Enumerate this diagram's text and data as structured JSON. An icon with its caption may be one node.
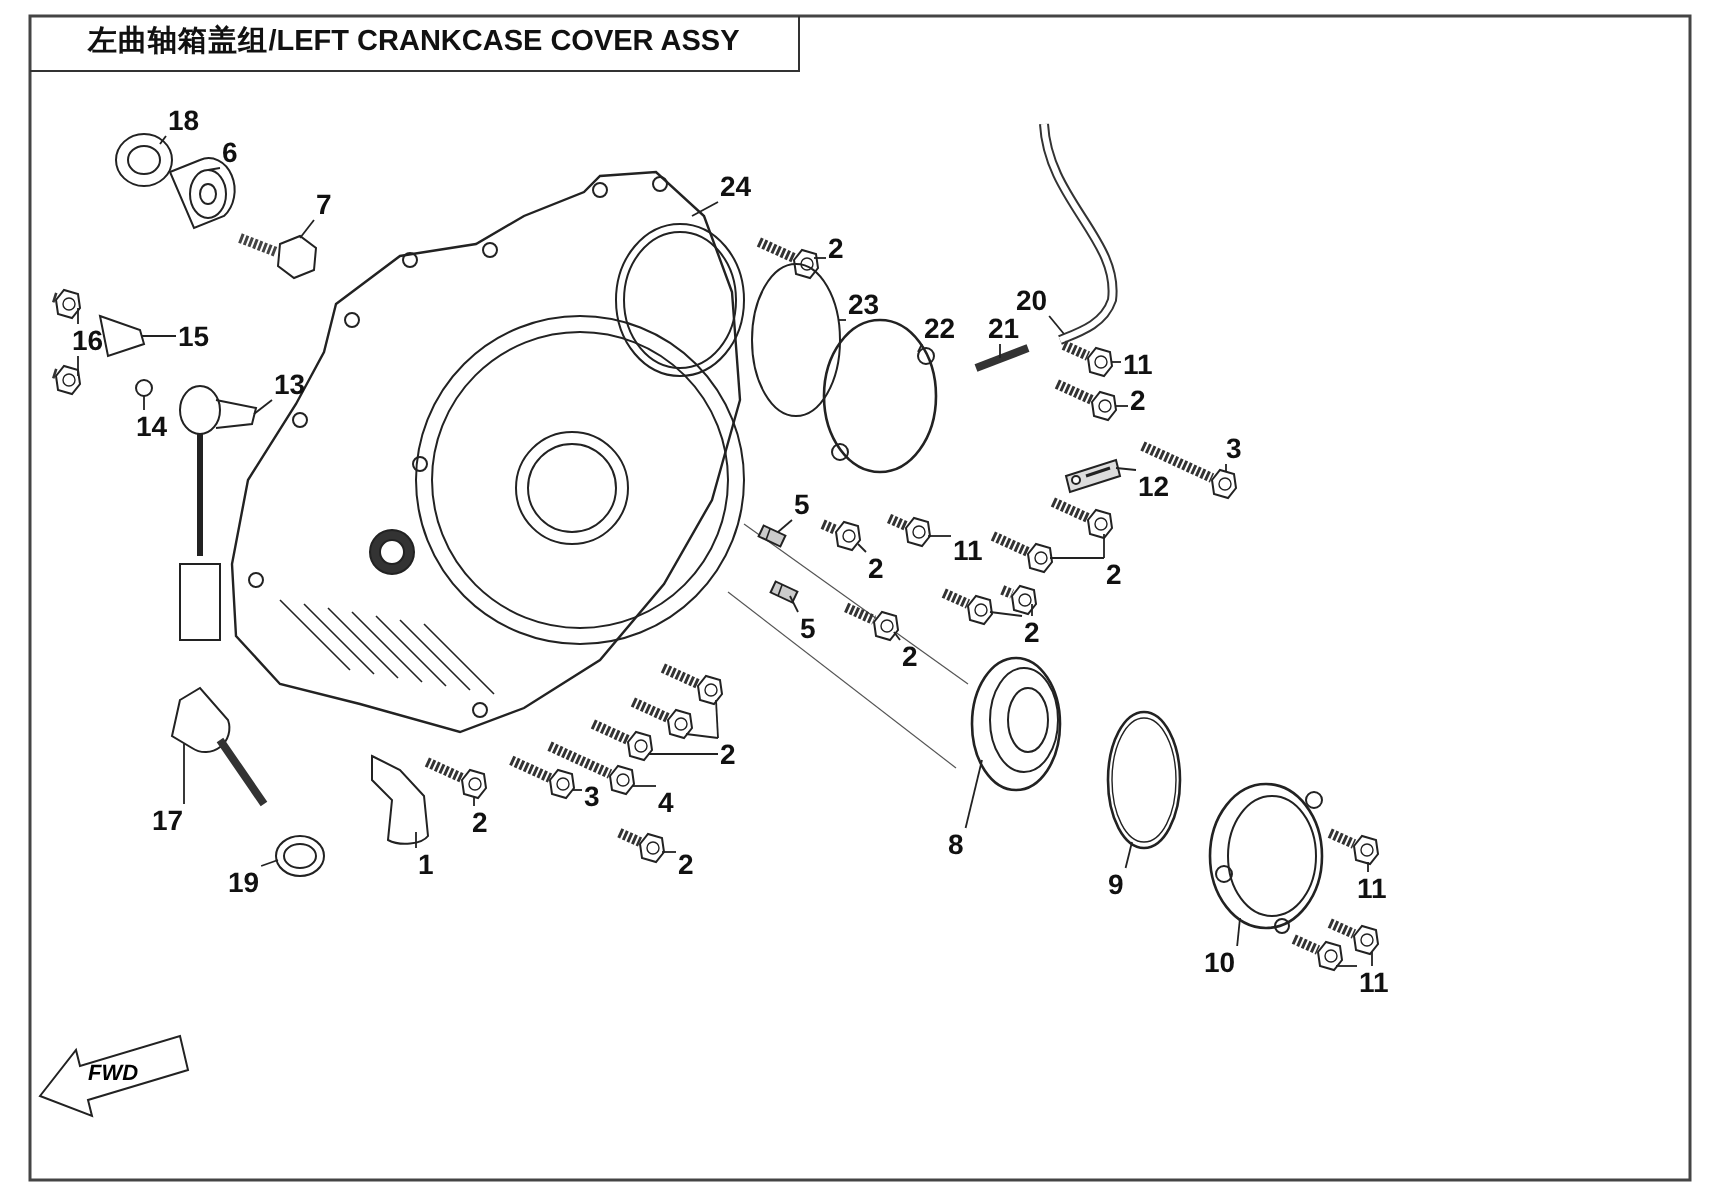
{
  "diagram": {
    "title": "左曲轴箱盖组/LEFT CRANKCASE COVER ASSY",
    "nodes": [
      {
        "text": [
          "18"
        ]
      },
      {
        "text": [
          "6"
        ]
      },
      {
        "text": [
          "7"
        ]
      },
      {
        "text": [
          "24"
        ]
      },
      {
        "text": [
          "2"
        ]
      },
      {
        "text": [
          "23"
        ]
      },
      {
        "text": [
          "22"
        ]
      },
      {
        "text": [
          "21"
        ]
      },
      {
        "text": [
          "20"
        ]
      },
      {
        "text": [
          "16"
        ]
      },
      {
        "text": [
          "15"
        ]
      },
      {
        "text": [
          "13"
        ]
      },
      {
        "text": [
          "14"
        ]
      },
      {
        "text": [
          "11"
        ]
      },
      {
        "text": [
          "2"
        ]
      },
      {
        "text": [
          "3"
        ]
      },
      {
        "text": [
          "12"
        ]
      },
      {
        "text": [
          "5"
        ]
      },
      {
        "text": [
          "2"
        ]
      },
      {
        "text": [
          "11"
        ]
      },
      {
        "text": [
          "2"
        ]
      },
      {
        "text": [
          "5"
        ]
      },
      {
        "text": [
          "2"
        ]
      },
      {
        "text": [
          "2"
        ]
      },
      {
        "text": [
          "2"
        ]
      },
      {
        "text": [
          "17"
        ]
      },
      {
        "text": [
          "2"
        ]
      },
      {
        "text": [
          "3"
        ]
      },
      {
        "text": [
          "4"
        ]
      },
      {
        "text": [
          "2"
        ]
      },
      {
        "text": [
          "1"
        ]
      },
      {
        "text": [
          "19"
        ]
      },
      {
        "text": [
          "8"
        ]
      },
      {
        "text": [
          "9"
        ]
      },
      {
        "text": [
          "10"
        ]
      },
      {
        "text": [
          "11"
        ]
      },
      {
        "text": [
          "11"
        ]
      },
      {
        "text": [],
        "shape": "picture"
      },
      {
        "text": [],
        "shape": "picture"
      },
      {
        "text": [],
        "shape": "picture"
      },
      {
        "text": [],
        "shape": "picture"
      },
      {
        "text": [],
        "shape": "picture"
      },
      {
        "text": [],
        "shape": "picture"
      },
      {
        "text": [],
        "shape": "picture"
      },
      {
        "text": [],
        "shape": "picture"
      },
      {
        "text": [],
        "shape": "picture"
      },
      {
        "text": [],
        "shape": "picture"
      },
      {
        "text": [],
        "shape": "picture"
      },
      {
        "text": [],
        "shape": "picture"
      },
      {
        "text": [],
        "shape": "picture"
      },
      {
        "text": [],
        "shape": "picture"
      },
      {
        "text": [],
        "shape": "picture"
      },
      {
        "text": [],
        "shape": "picture"
      },
      {
        "text": [],
        "shape": "picture"
      },
      {
        "text": [],
        "shape": "picture"
      },
      {
        "text": [],
        "shape": "picture"
      },
      {
        "text": [],
        "shape": "picture"
      },
      {
        "text": [],
        "shape": "picture"
      },
      {
        "text": [],
        "shape": "picture"
      },
      {
        "text": [],
        "shape": "picture"
      },
      {
        "text": [],
        "shape": "picture"
      },
      {
        "text": [],
        "shape": "picture"
      },
      {
        "text": [],
        "shape": "picture"
      },
      {
        "text": [],
        "shape": "picture"
      },
      {
        "text": [],
        "shape": "picture"
      },
      {
        "text": [],
        "shape": "picture"
      },
      {
        "text": [],
        "shape": "picture"
      },
      {
        "text": [],
        "shape": "picture"
      },
      {
        "text": [],
        "shape": "picture"
      },
      {
        "text": [],
        "shape": "picture"
      },
      {
        "text": [],
        "shape": "picture"
      },
      {
        "text": [],
        "shape": "picture"
      },
      {
        "text": [],
        "shape": "picture"
      },
      {
        "text": [],
        "shape": "picture"
      },
      {
        "text": [],
        "shape": "picture"
      },
      {
        "text": [],
        "shape": "picture"
      },
      {
        "text": [],
        "shape": "picture"
      },
      {
        "text": [],
        "shape": "picture"
      },
      {
        "text": [],
        "shape": "picture"
      },
      {
        "text": [],
        "shape": "picture"
      }
    ],
    "edges": [
      {
        "from": 0,
        "to": 37,
        "arrow": "none"
      },
      {
        "from": 1,
        "to": 38,
        "arrow": "none"
      },
      {
        "from": 2,
        "to": 39,
        "arrow": "none"
      },
      {
        "from": 3,
        "to": 40,
        "arrow": "none"
      },
      {
        "from": 4,
        "to": 41,
        "arrow": "none"
      },
      {
        "from": 5,
        "to": 42,
        "arrow": "none"
      },
      {
        "from": 6,
        "to": 43,
        "arrow": "none"
      },
      {
        "from": 7,
        "to": 44,
        "arrow": "none"
      },
      {
        "from": 8,
        "to": 45,
        "arrow": "none"
      },
      {
        "from": 9,
        "to": 46,
        "arrow": "none"
      },
      {
        "from": 9,
        "to": 47,
        "arrow": "none"
      },
      {
        "from": 10,
        "to": 48,
        "arrow": "none"
      },
      {
        "from": 11,
        "to": 49,
        "arrow": "none"
      },
      {
        "from": 12,
        "to": 50,
        "arrow": "none"
      },
      {
        "from": 13,
        "to": 51,
        "arrow": "none"
      },
      {
        "from": 14,
        "to": 52,
        "arrow": "none"
      },
      {
        "from": 15,
        "to": 53,
        "arrow": "none"
      },
      {
        "from": 16,
        "to": 54,
        "arrow": "none"
      },
      {
        "from": 17,
        "to": 55,
        "arrow": "none"
      },
      {
        "from": 18,
        "to": 56,
        "arrow": "none"
      },
      {
        "from": 19,
        "to": 57,
        "arrow": "none"
      },
      {
        "from": 20,
        "to": 58,
        "arrow": "none"
      },
      {
        "from": 20,
        "to": 59,
        "arrow": "none"
      },
      {
        "from": 21,
        "to": 60,
        "arrow": "none"
      },
      {
        "from": 22,
        "to": 61,
        "arrow": "none"
      },
      {
        "from": 23,
        "to": 62,
        "arrow": "none"
      },
      {
        "from": 23,
        "to": 63,
        "arrow": "none"
      },
      {
        "from": 24,
        "to": 64,
        "arrow": "none"
      },
      {
        "from": 24,
        "to": 65,
        "arrow": "none"
      },
      {
        "from": 24,
        "to": 66,
        "arrow": "none"
      },
      {
        "from": 25,
        "to": 67,
        "arrow": "none"
      },
      {
        "from": 26,
        "to": 68,
        "arrow": "none"
      },
      {
        "from": 27,
        "to": 69,
        "arrow": "none"
      },
      {
        "from": 28,
        "to": 70,
        "arrow": "none"
      },
      {
        "from": 29,
        "to": 71,
        "arrow": "none"
      },
      {
        "from": 30,
        "to": 72,
        "arrow": "none"
      },
      {
        "from": 31,
        "to": 73,
        "arrow": "none"
      },
      {
        "from": 32,
        "to": 74,
        "arrow": "none"
      },
      {
        "from": 33,
        "to": 75,
        "arrow": "none"
      },
      {
        "from": 34,
        "to": 76,
        "arrow": "none"
      },
      {
        "from": 35,
        "to": 77,
        "arrow": "none"
      },
      {
        "from": 36,
        "to": 78,
        "arrow": "none"
      },
      {
        "from": 36,
        "to": 79,
        "arrow": "none"
      }
    ],
    "labels": [
      "FWD"
    ]
  }
}
